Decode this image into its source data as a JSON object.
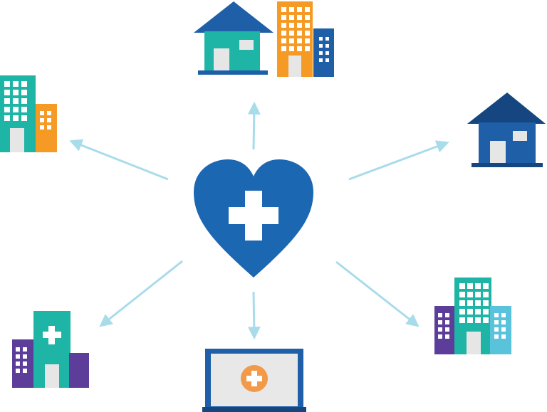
{
  "colors": {
    "heart": "#1b67b2",
    "arrow": "#a9dcea",
    "navy": "#1f5fa8",
    "dark_navy": "#15467f",
    "teal": "#1fb5a6",
    "orange": "#f59a25",
    "purple": "#5c3d99",
    "light_blue": "#5ac3dc",
    "window_white": "#ffffff",
    "screen_gray": "#e8e8e8",
    "door_gray": "#e6e6e6",
    "plus_orange": "#f2994a"
  },
  "center": {
    "icon": "heart-plus-icon"
  },
  "nodes": [
    {
      "id": "house-and-buildings",
      "icon": "house-with-buildings-icon"
    },
    {
      "id": "house-right",
      "icon": "house-icon"
    },
    {
      "id": "buildings-bottom-right",
      "icon": "office-buildings-icon"
    },
    {
      "id": "laptop",
      "icon": "telehealth-laptop-icon"
    },
    {
      "id": "hospital",
      "icon": "hospital-icon"
    },
    {
      "id": "buildings-top-left",
      "icon": "apartment-buildings-icon"
    }
  ]
}
